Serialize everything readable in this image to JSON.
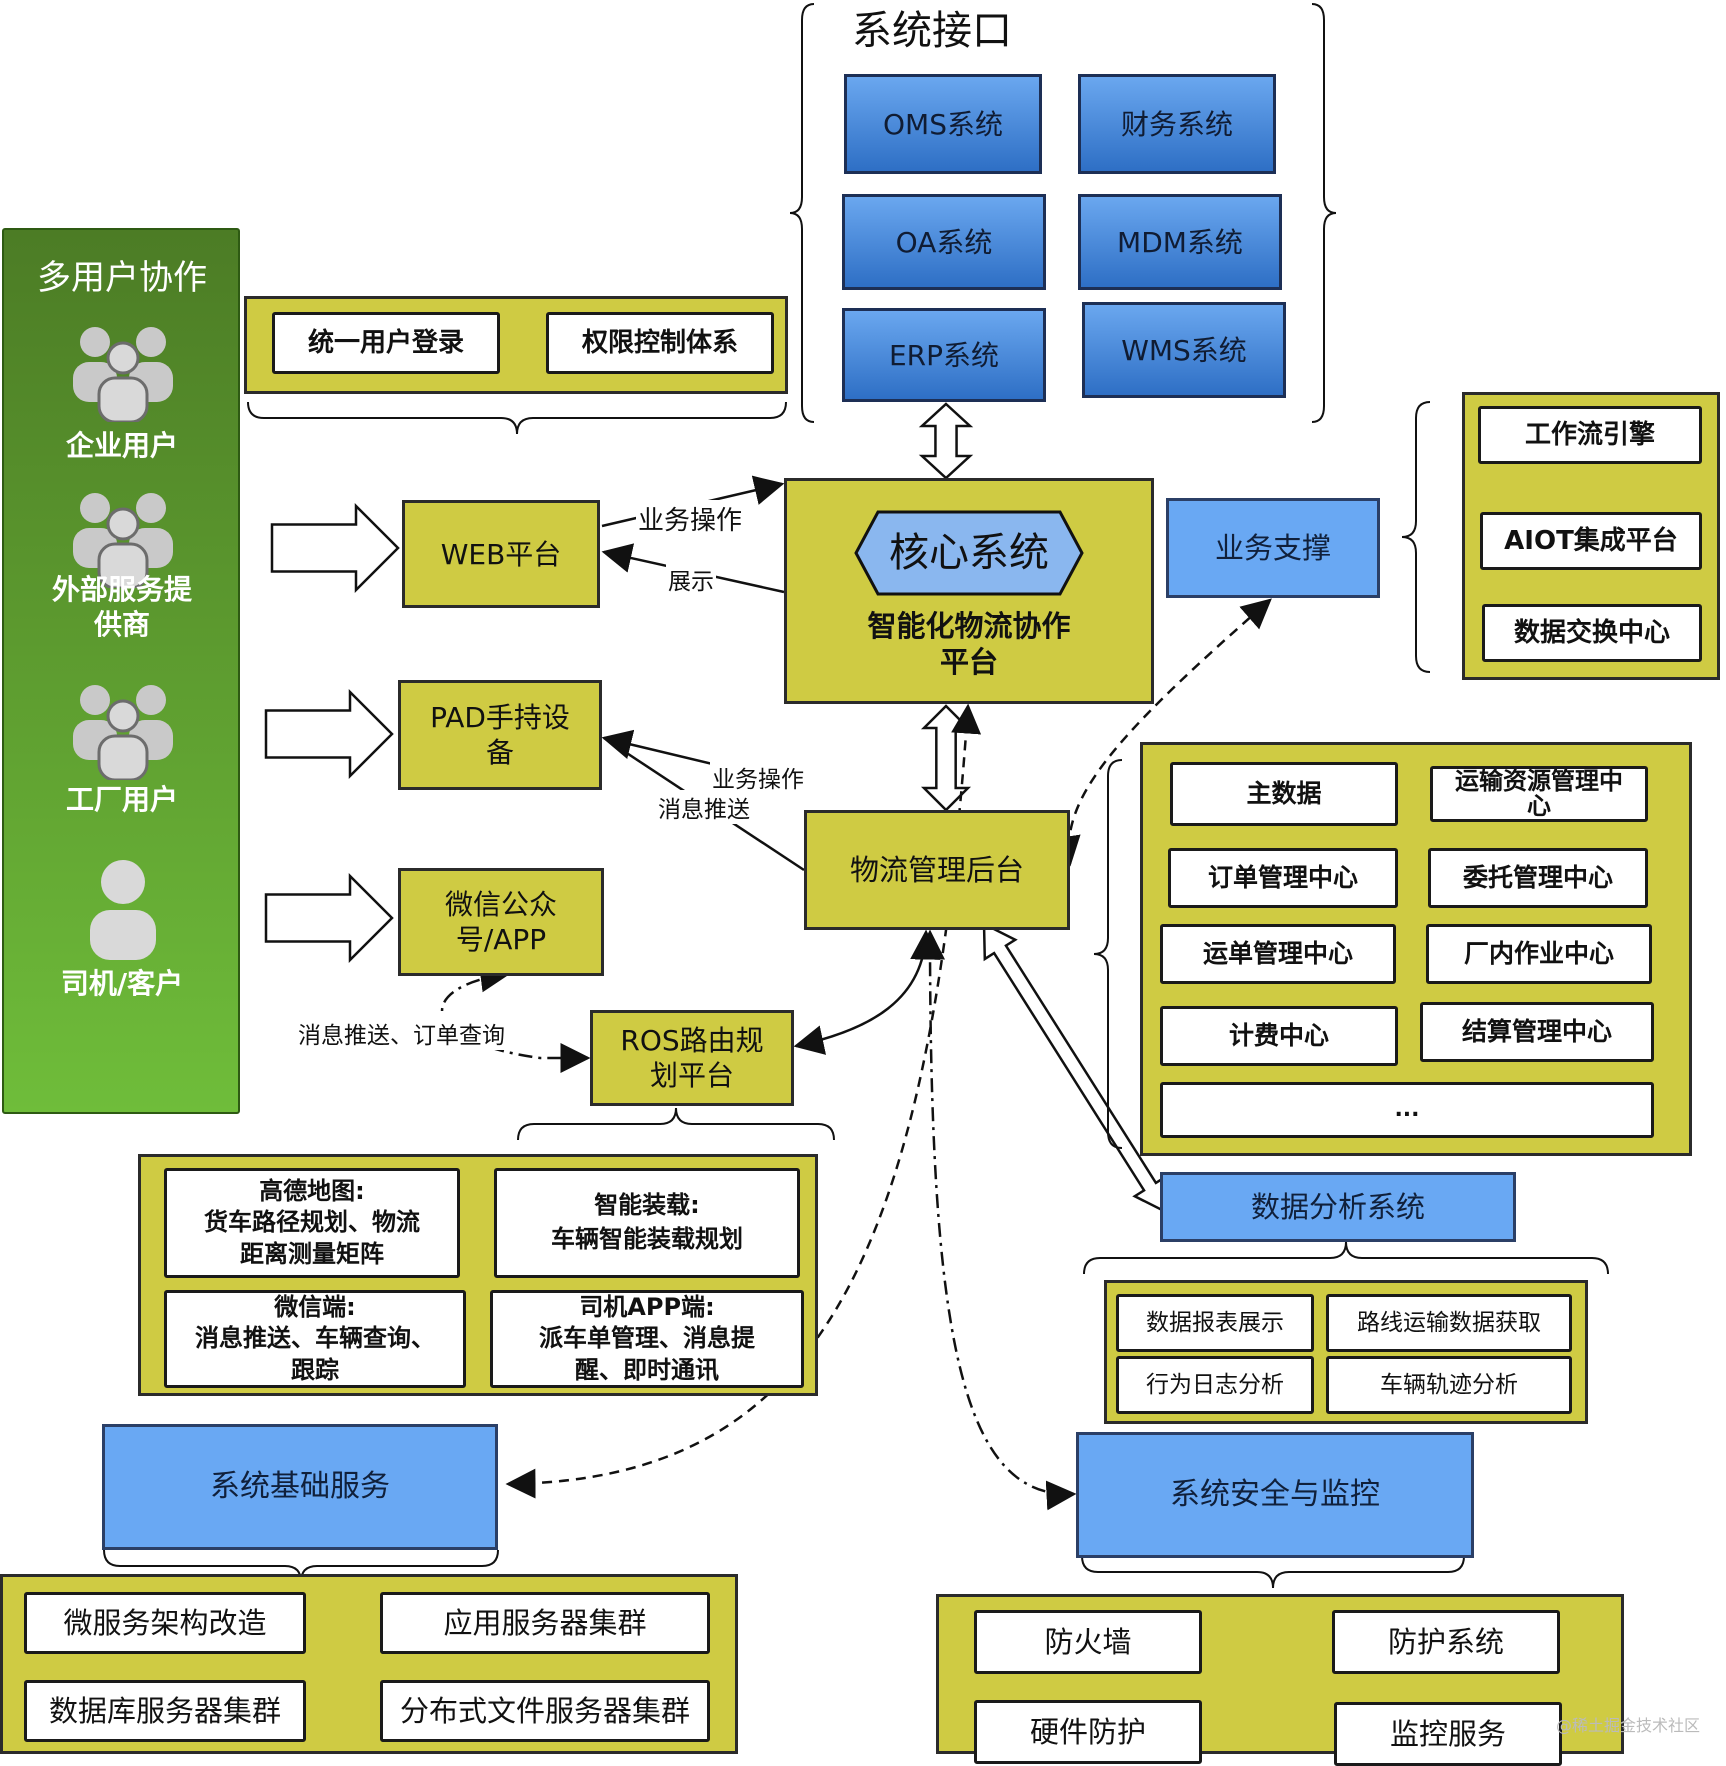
{
  "system_interfaces": {
    "title": "系统接口",
    "items": [
      "OMS系统",
      "财务系统",
      "OA系统",
      "MDM系统",
      "ERP系统",
      "WMS系统"
    ]
  },
  "multi_user": {
    "title": "多用户协作",
    "users": [
      "企业用户",
      "外部服务提供商",
      "工厂用户",
      "司机/客户"
    ],
    "user_lines": [
      [
        "企业用户"
      ],
      [
        "外部服务提",
        "供商"
      ],
      [
        "工厂用户"
      ],
      [
        "司机/客户"
      ]
    ]
  },
  "auth": {
    "login": "统一用户登录",
    "permission": "权限控制体系"
  },
  "platforms": {
    "web": "WEB平台",
    "pad": [
      "PAD手持设",
      "备"
    ],
    "wechat": [
      "微信公众",
      "号/APP"
    ],
    "ros": [
      "ROS路由规",
      "划平台"
    ]
  },
  "core": {
    "name": "核心系统",
    "subtitle": [
      "智能化物流协作",
      "平台"
    ]
  },
  "business_support": {
    "title": "业务支撑",
    "items": [
      "工作流引擎",
      "AIOT集成平台",
      "数据交换中心"
    ]
  },
  "backend": {
    "title": "物流管理后台"
  },
  "backend_modules": {
    "items": [
      "主数据",
      "运输资源管理中心",
      "订单管理中心",
      "委托管理中心",
      "运单管理中心",
      "厂内作业中心",
      "计费中心",
      "结算管理中心",
      "..."
    ],
    "resource_lines": [
      "运输资源管理中",
      "心"
    ]
  },
  "edge_labels": {
    "business_op": "业务操作",
    "display": "展示",
    "business_op_2": "业务操作",
    "message_push": "消息推送",
    "message_order": "消息推送、订单查询"
  },
  "third_party": {
    "amap": {
      "title": "高德地图:",
      "lines": [
        "货车路径规划、物流",
        "距离测量矩阵"
      ]
    },
    "loading": {
      "title": "智能装载:",
      "lines": [
        "车辆智能装载规划"
      ]
    },
    "wechat_end": {
      "title": "微信端:",
      "lines": [
        "消息推送、车辆查询、",
        "跟踪"
      ]
    },
    "driver_app": {
      "title": "司机APP端:",
      "lines": [
        "派车单管理、消息提",
        "醒、即时通讯"
      ]
    }
  },
  "data_analysis": {
    "title": "数据分析系统",
    "items": [
      "数据报表展示",
      "路线运输数据获取",
      "行为日志分析",
      "车辆轨迹分析"
    ]
  },
  "base_services": {
    "title": "系统基础服务",
    "items": [
      "微服务架构改造",
      "应用服务器集群",
      "数据库服务器集群",
      "分布式文件服务器集群"
    ]
  },
  "security": {
    "title": "系统安全与监控",
    "items": [
      "防火墙",
      "防护系统",
      "硬件防护",
      "监控服务"
    ]
  },
  "watermark": "@稀土掘金技术社区",
  "colors": {
    "olive": "#cfcb43",
    "green_dark": "#4c7c25",
    "green_light": "#6fbd3a",
    "blue": "#69a8f3",
    "blue_dark": "#2e6fc5"
  }
}
